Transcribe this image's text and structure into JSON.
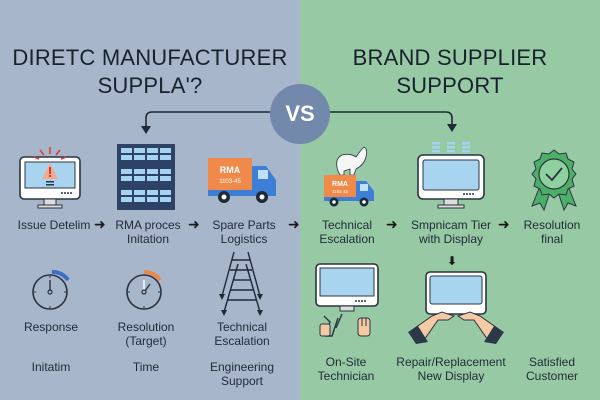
{
  "titles": {
    "left": [
      "DIRETC MANUFACTURER",
      "SUPPLA'?"
    ],
    "right": [
      "BRAND SUPPLIER",
      "SUPPORT"
    ]
  },
  "vs_label": "VS",
  "left_flow": [
    {
      "id": "issue",
      "icon": "monitor-alert-icon",
      "lines": [
        "Issue Detelim"
      ]
    },
    {
      "id": "rma",
      "icon": "storage-rack-icon",
      "lines": [
        "RMA proces",
        "Initation"
      ]
    },
    {
      "id": "spare",
      "icon": "delivery-truck-icon",
      "lines": [
        "Spare Parts",
        "Logistics"
      ],
      "truck_label": "RMA",
      "truck_code": "1103-45"
    }
  ],
  "right_flow": [
    {
      "id": "tech",
      "icon": "truck-with-animal-icon",
      "lines": [
        "Technical",
        "Escalation"
      ],
      "truck_label": "RMA",
      "truck_code": "1162 45"
    },
    {
      "id": "tier",
      "icon": "monitor-signal-icon",
      "lines": [
        "Smpnicam Tier",
        "with Display"
      ]
    },
    {
      "id": "final",
      "icon": "award-badge-icon",
      "lines": [
        "Resolution",
        "final"
      ]
    }
  ],
  "left_bottom": [
    {
      "icon": "stopwatch-icon",
      "lines": [
        "Response"
      ],
      "sub": [
        "Initatim"
      ],
      "accent": "#3a6fc4"
    },
    {
      "icon": "stopwatch-icon",
      "lines": [
        "Resolution",
        "(Target)"
      ],
      "sub": [
        "Time"
      ],
      "accent": "#e88a4a"
    },
    {
      "icon": "ladder-icon",
      "lines": [
        "Technical",
        "Escalation"
      ],
      "sub": [
        "Engineering",
        "Support"
      ]
    }
  ],
  "right_bottom": [
    {
      "icon": "monitor-tools-icon",
      "sub": [
        "On-Site",
        "Technician"
      ]
    },
    {
      "icon": "hands-display-icon",
      "sub": [
        "Repair/Replacement",
        "New Display"
      ]
    },
    {
      "icon": "none",
      "sub": [
        "Satisfied",
        "Customer"
      ]
    }
  ],
  "colors": {
    "left_bg": "#a8b6cc",
    "right_bg": "#97c9a4",
    "vs_circle": "#7289ab",
    "truck_orange": "#f08a4b",
    "truck_blue": "#3d7fd6",
    "badge_green": "#4caf68"
  }
}
